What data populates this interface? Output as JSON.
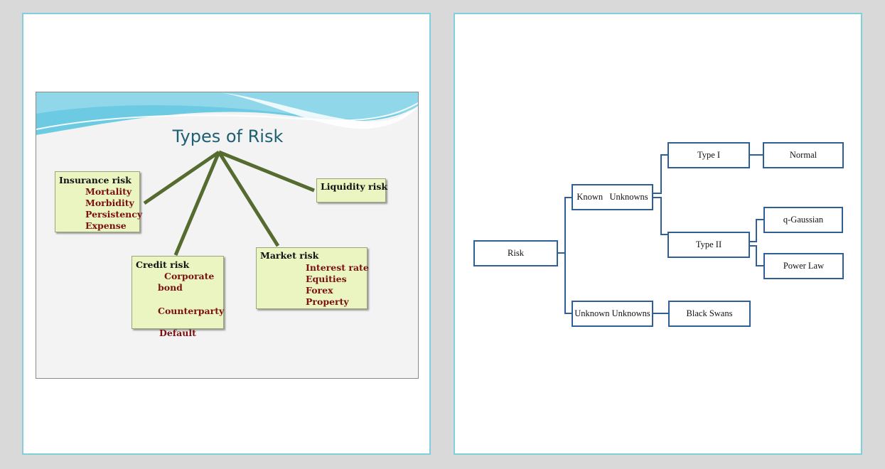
{
  "left_slide": {
    "title": "Types of Risk",
    "boxes": {
      "insurance": {
        "title": "Insurance risk",
        "items": [
          "Mortality",
          "Morbidity",
          "Persistency",
          "Expense"
        ]
      },
      "liquidity": {
        "title": "Liquidity risk"
      },
      "credit": {
        "title": "Credit risk",
        "items": [
          "Corporate",
          "bond",
          "Counterparty"
        ],
        "overflow": "Default"
      },
      "market": {
        "title": "Market risk",
        "items": [
          "Interest rate",
          "Equities",
          "Forex",
          "Property"
        ]
      }
    },
    "colors": {
      "title": "#1f5f74",
      "box_fill": "#eaf5c2",
      "item_text": "#7a1010",
      "connector": "#556b2f",
      "wave": "#5fc8e0"
    }
  },
  "right_tree": {
    "nodes": {
      "risk": "Risk",
      "known_unknowns": "Known   Unknowns",
      "unknown_unknowns": "Unknown Unknowns",
      "type1": "Type I",
      "type2": "Type II",
      "normal": "Normal",
      "q_gaussian": "q-Gaussian",
      "power_law": "Power Law",
      "black_swans": "Black Swans"
    },
    "colors": {
      "border": "#2f5f98"
    }
  }
}
